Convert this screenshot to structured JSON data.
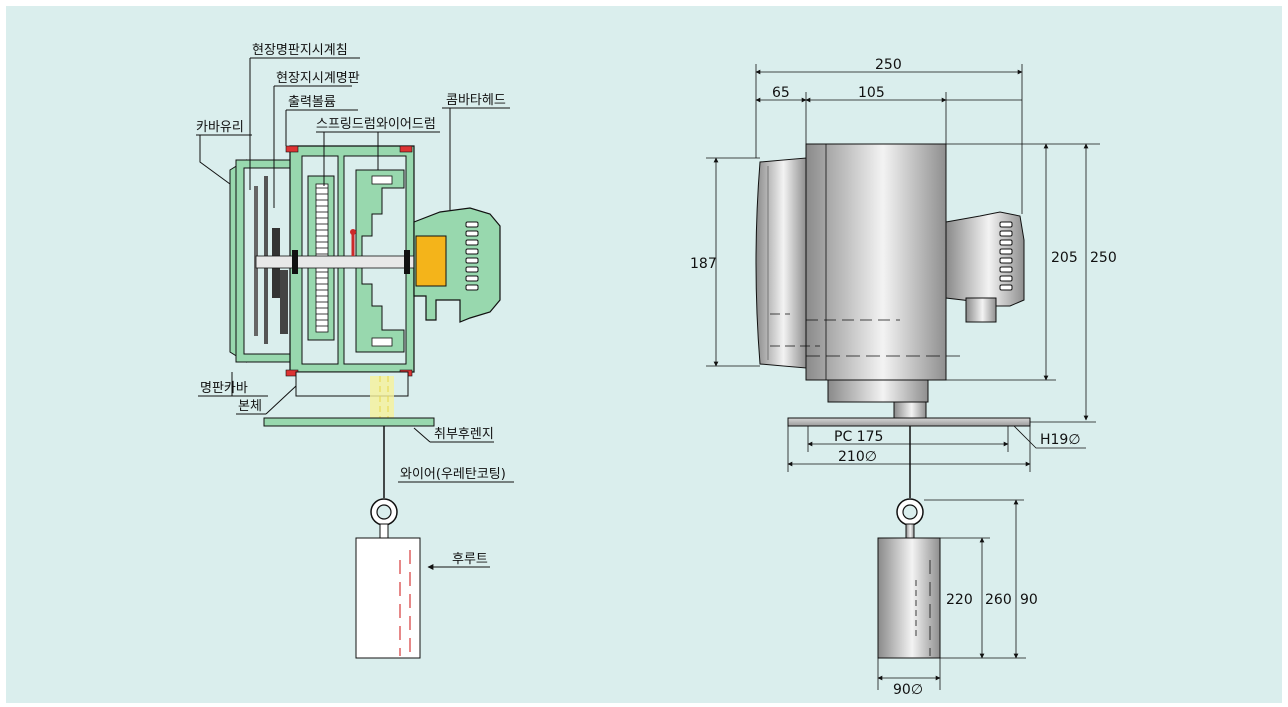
{
  "labels": {
    "indicator_needle": "현장명판지시계침",
    "indicator_plate": "현장지시계명판",
    "output_volume": "출력볼륨",
    "spring_drum": "스프링드럼",
    "wire_drum": "와이어드럼",
    "converter_head": "콤바타헤드",
    "cover_glass": "카바유리",
    "nameplate_cover": "명판카바",
    "body": "본체",
    "mounting_flange": "취부후렌지",
    "wire": "와이어(우레탄코팅)",
    "float": "후루트"
  },
  "dimensions": {
    "overall_width": "250",
    "cover_depth": "65",
    "body_depth": "105",
    "cover_height": "187",
    "body_height": "205",
    "total_height": "250",
    "pc": "PC 175",
    "flange_width": "210∅",
    "hole": "H19∅",
    "float_height": "220",
    "float_total": "260",
    "float_extra": "90",
    "float_dia": "90∅"
  },
  "colors": {
    "background": "#daeeed",
    "section_green": "#98d8ae",
    "junction_box": "#f4b41a",
    "metal_dark": "#8a8a8a",
    "metal_light": "#f2f2f2",
    "hidden_line": "#cc1111"
  }
}
